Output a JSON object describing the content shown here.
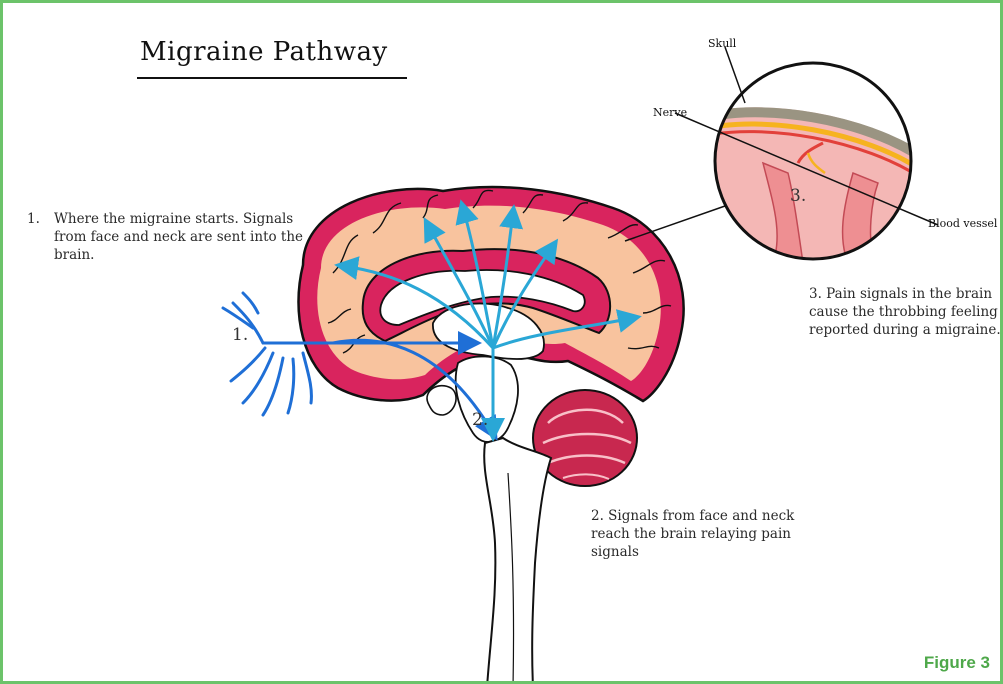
{
  "title": "Migraine Pathway",
  "steps": {
    "step1_num": "1.",
    "step1_text": "Where the migraine starts. Signals from face and neck are sent into the brain.",
    "step2_text": "2. Signals from face and neck reach the brain relaying pain signals",
    "step3_text": "3. Pain signals in the brain cause the throbbing feeling reported during a migraine."
  },
  "labels": {
    "skull": "Skull",
    "nerve": "Nerve",
    "blood_vessel": "Blood vessel"
  },
  "markers": {
    "m1": "1.",
    "m2": "2.",
    "m3": "3."
  },
  "caption": "Figure 3",
  "colors": {
    "border": "#6cc36a",
    "caption": "#4ea84a",
    "nerve_blue": "#2e8fd8",
    "signal_cyan": "#2aa7d6",
    "cortex_pink": "#d9245e",
    "tissue_peach": "#f8c39e"
  }
}
